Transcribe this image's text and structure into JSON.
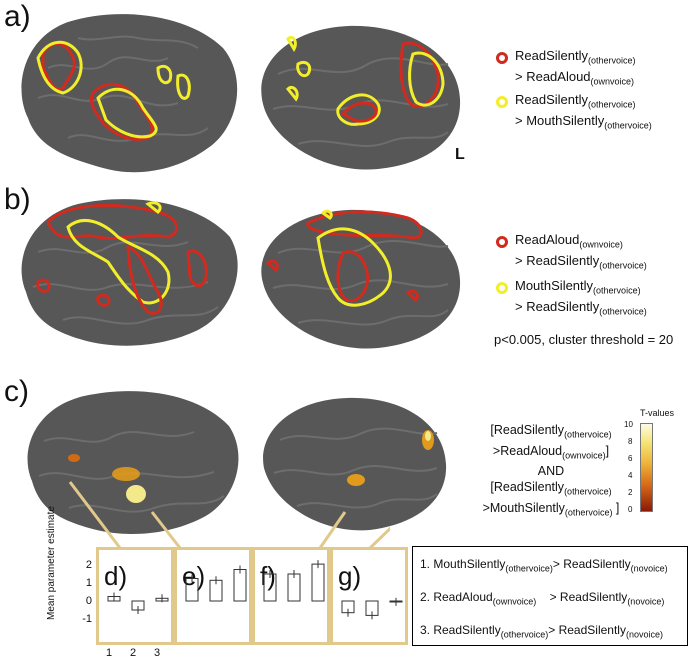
{
  "panels": {
    "a": {
      "letter": "a)",
      "hemi_label": "L",
      "legend": [
        {
          "line1_pre": "ReadSilently",
          "line1_sub": "(othervoice)",
          "line2_pre": "> ReadAloud",
          "line2_sub": "(ownvoice)",
          "color": "#d22a1e"
        },
        {
          "line1_pre": "ReadSilently",
          "line1_sub": "(othervoice)",
          "line2_pre": "> MouthSilently",
          "line2_sub": "(othervoice)",
          "color": "#f2ee2a"
        }
      ]
    },
    "b": {
      "letter": "b)",
      "legend": [
        {
          "line1_pre": "ReadAloud",
          "line1_sub": "(ownvoice)",
          "line2_pre": "> ReadSilently",
          "line2_sub": "(othervoice)",
          "color": "#d22a1e"
        },
        {
          "line1_pre": "MouthSilently",
          "line1_sub": "(othervoice)",
          "line2_pre": "> ReadSilently",
          "line2_sub": "(othervoice)",
          "color": "#f2ee2a"
        }
      ],
      "threshold": "p<0.005, cluster threshold = 20"
    },
    "c": {
      "letter": "c)",
      "colorbar_title": "T-values",
      "colorbar_ticks": [
        "10",
        "8",
        "6",
        "4",
        "2",
        "0"
      ],
      "expr": {
        "l1_a": "[ReadSilently",
        "l1_sub": "(othervoice)",
        "l2_a": ">ReadAloud",
        "l2_sub": "(ownvoice)",
        "l2_b": "]",
        "l3": "AND",
        "l4_a": "[ReadSilently",
        "l4_sub": "(othervoice)",
        "l5_a": ">MouthSilently",
        "l5_sub": "(othervoice)",
        "l5_b": " ]"
      }
    }
  },
  "bar_panels": {
    "ylabel": "Mean parameter estimate",
    "yticks": [
      "2",
      "1",
      "0",
      "-1"
    ],
    "xticks": [
      "1",
      "2",
      "3"
    ],
    "ylim": [
      -1.2,
      2.6
    ],
    "letters": [
      "d)",
      "e)",
      "f)",
      "g)"
    ],
    "values": [
      [
        0.25,
        -0.5,
        0.15
      ],
      [
        1.25,
        1.15,
        1.75
      ],
      [
        1.5,
        1.5,
        2.05
      ],
      [
        -0.65,
        -0.8,
        -0.05
      ]
    ]
  },
  "key": {
    "items": [
      {
        "n": "1. ",
        "a": "MouthSilently",
        "a_sub": "(othervoice)",
        "b": "> ReadSilently",
        "b_sub": "(novoice)"
      },
      {
        "n": "2. ",
        "a": "ReadAloud",
        "a_sub": "(ownvoice)",
        "b": "> ReadSilently",
        "b_sub": "(novoice)"
      },
      {
        "n": "3. ",
        "a": "ReadSilently",
        "a_sub": "(othervoice)",
        "b": "> ReadSilently",
        "b_sub": "(novoice)"
      }
    ]
  },
  "colors": {
    "red_outline": "#d22a1e",
    "yellow_outline": "#f2ee2a",
    "brain": "#5a5a5a",
    "box": "#e0c98a"
  }
}
